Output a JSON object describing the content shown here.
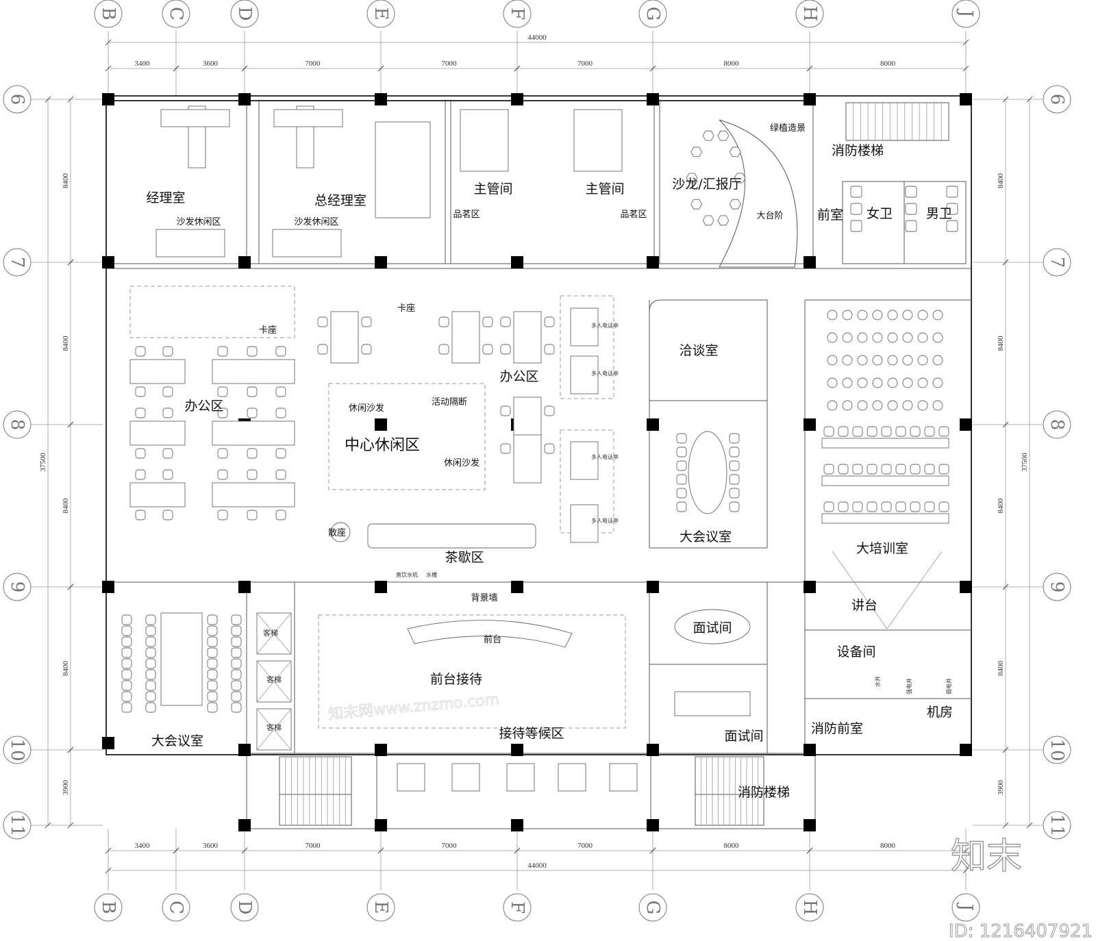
{
  "axes": {
    "columns": [
      "B",
      "C",
      "D",
      "E",
      "F",
      "G",
      "H",
      "J"
    ],
    "rows": [
      "6",
      "7",
      "8",
      "9",
      "10",
      "11"
    ]
  },
  "dimensions": {
    "total_width": "44000",
    "column_spans": [
      "3400",
      "3600",
      "7000",
      "7000",
      "7000",
      "8000",
      "8000"
    ],
    "total_height": "37500",
    "row_spans": [
      "8400",
      "8400",
      "8400",
      "8400",
      "3900"
    ]
  },
  "rooms": {
    "manager": "经理室",
    "general_manager": "总经理室",
    "sofa_lounge_1": "沙发休闲区",
    "sofa_lounge_2": "沙发休闲区",
    "supervisor_1": "主管间",
    "supervisor_2": "主管间",
    "tea_area_1": "品茗区",
    "tea_area_2": "品茗区",
    "salon": "沙龙/汇报厅",
    "green_landscape": "绿植造景",
    "big_steps": "大台阶",
    "fire_stair_top": "消防楼梯",
    "anteroom": "前室",
    "womens_wc": "女卫",
    "mens_wc": "男卫",
    "booth_1": "卡座",
    "booth_2": "卡座",
    "office_left": "办公区",
    "office_right": "办公区",
    "leisure_sofa_1": "休闲沙发",
    "movable_partition": "活动隔断",
    "center_leisure": "中心休闲区",
    "leisure_sofa_2": "休闲沙发",
    "phone_booths": [
      "多人电话亭",
      "多人电话亭",
      "多人电话亭",
      "多人电话亭"
    ],
    "negotiation": "洽谈室",
    "large_meeting_right": "大会议室",
    "training": "大培训室",
    "casual_seating": "散座",
    "tea_break": "茶歇区",
    "water_dispenser": "直饮水机",
    "sink": "水槽",
    "feature_wall": "背景墙",
    "podium": "讲台",
    "equipment": "设备间",
    "water_shaft": "水井",
    "power_shaft": "强电井",
    "weak_shaft": "弱电井",
    "machine_room": "机房",
    "fire_anteroom": "消防前室",
    "large_meeting_left": "大会议室",
    "elevators": [
      "客梯",
      "客梯",
      "客梯"
    ],
    "reception_desk": "前台",
    "reception": "前台接待",
    "interview_1": "面试间",
    "interview_2": "面试间",
    "waiting": "接待等候区",
    "fire_stair_bottom": "消防楼梯"
  },
  "watermark": {
    "logo": "知末",
    "id": "ID: 1216407921",
    "diagonal": "知末网www.znzmo.com"
  }
}
